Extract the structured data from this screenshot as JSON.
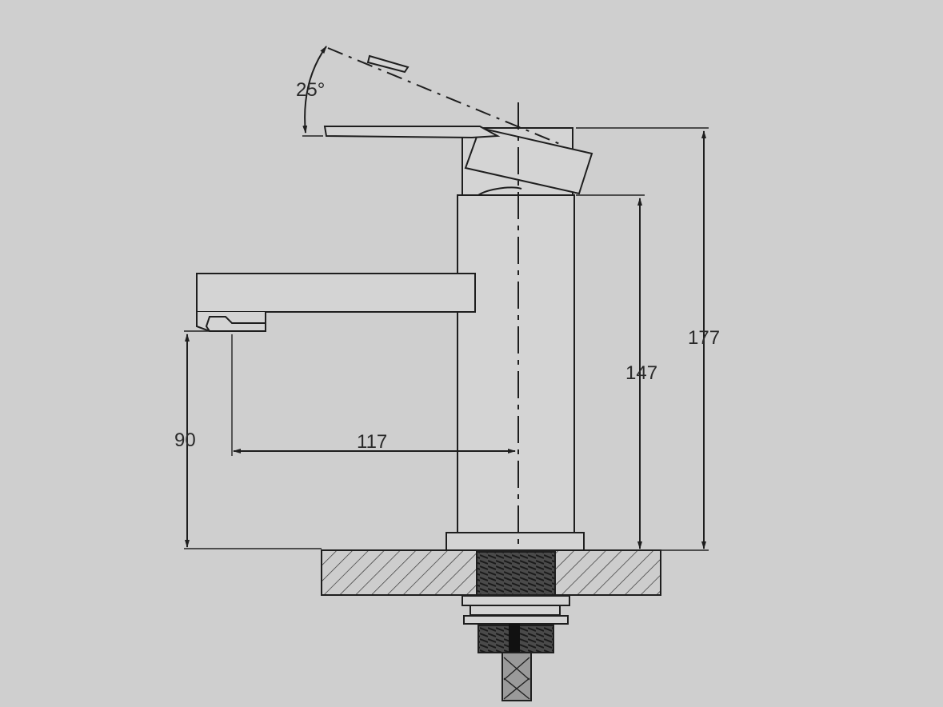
{
  "diagram": {
    "background_color": "#cfcfcf",
    "line_color": "#1e1e1e",
    "dimensions": {
      "lever_angle": "25°",
      "overall_height": "177",
      "body_height": "147",
      "spout_height": "90",
      "spout_reach": "117"
    }
  }
}
